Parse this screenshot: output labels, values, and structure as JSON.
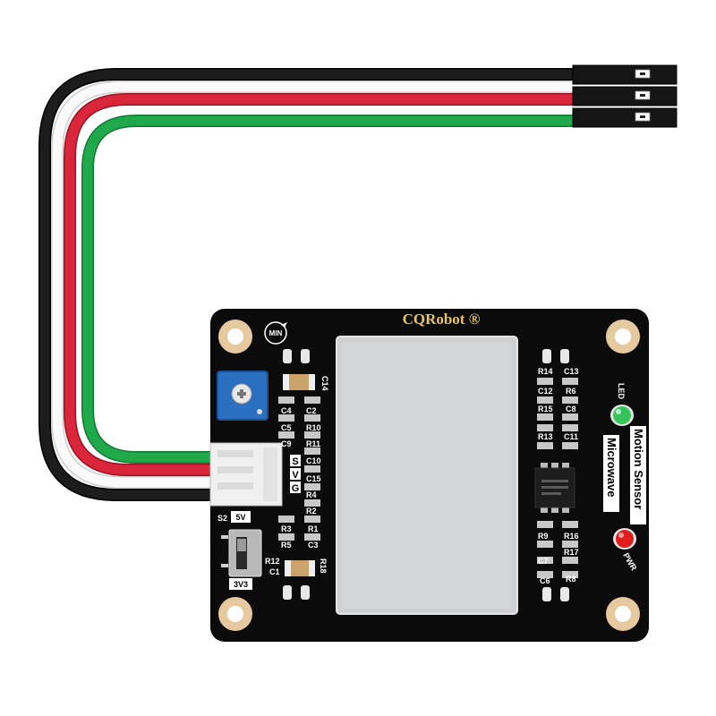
{
  "board": {
    "brand": "CQRobot ®",
    "title": "Motion Sensor",
    "subtitle": "Microwave",
    "pot_label": "MIN",
    "switch": {
      "name": "S2",
      "high": "5V",
      "low": "3V3"
    },
    "pins": [
      "S",
      "V",
      "G"
    ],
    "indicators": {
      "led": "LED",
      "power": "PWR"
    },
    "left_labels": {
      "c14": "C14",
      "c4": "C4",
      "c2": "C2",
      "c5": "C5",
      "r10": "R10",
      "c9": "C9",
      "r11": "R11",
      "c10": "C10",
      "c15": "C15",
      "r4": "R4",
      "r2": "R2",
      "r3": "R3",
      "r1": "R1",
      "r5": "R5",
      "c3": "C3",
      "r12": "R12",
      "c1": "C1",
      "r18": "R18"
    },
    "right_labels": {
      "r14": "R14",
      "c13": "C13",
      "c12": "C12",
      "r6": "R6",
      "r15": "R15",
      "c8": "C8",
      "r13": "R13",
      "c11": "C11",
      "r9": "R9",
      "r16": "R16",
      "c7": "C7",
      "r17": "R17",
      "c6": "C6",
      "r8": "R8"
    },
    "colors": {
      "pcb": "#0b0b0b",
      "pad": "#e7c9a0",
      "wire_black": "#111111",
      "wire_red": "#d9263a",
      "wire_white": "#f5f5f5",
      "wire_green": "#1fa94a",
      "led_green": "#37c45a",
      "led_red": "#e21b1b",
      "pot": "#2a6fc0"
    }
  }
}
